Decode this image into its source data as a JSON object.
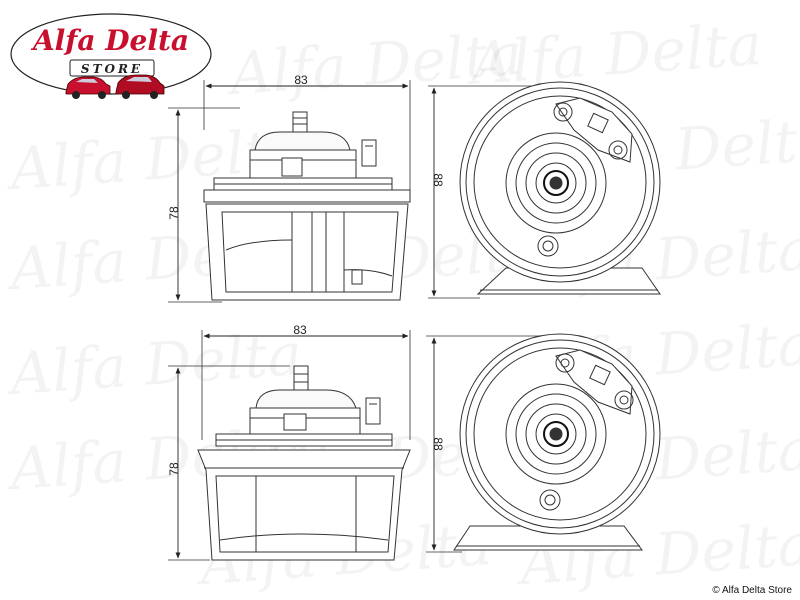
{
  "brand": {
    "name": "Alfa Delta",
    "subtitle": "STORE",
    "watermark": "Alfa Delta",
    "red": "#c8102e"
  },
  "copyright": "© Alfa Delta Store",
  "diagram": {
    "top": {
      "width_label": "83",
      "height_label": "78",
      "diameter_label": "88"
    },
    "bottom": {
      "width_label": "83",
      "height_label": "78",
      "diameter_label": "88"
    }
  }
}
